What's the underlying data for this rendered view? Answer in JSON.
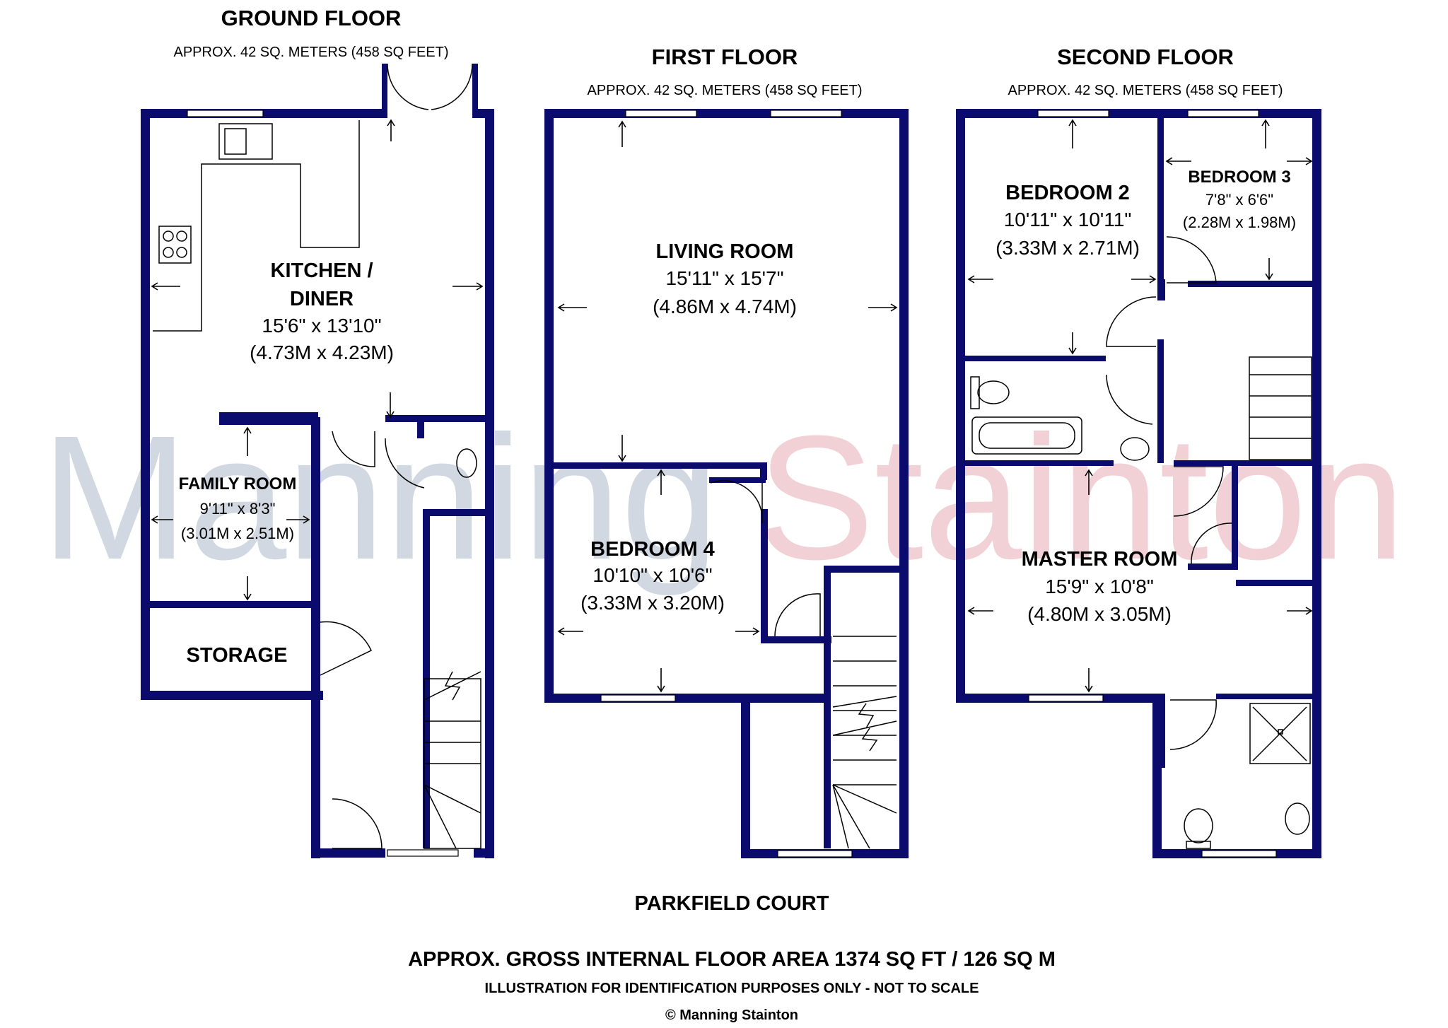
{
  "watermark": {
    "part1": "Manning",
    "part2": "Stainton"
  },
  "floors": {
    "ground": {
      "title": "GROUND FLOOR",
      "area": "APPROX. 42 SQ. METERS (458 SQ FEET)",
      "rooms": {
        "kitchen": {
          "name_line1": "KITCHEN /",
          "name_line2": "DINER",
          "imperial": "15'6\" x 13'10\"",
          "metric": "(4.73M x 4.23M)"
        },
        "family": {
          "name": "FAMILY ROOM",
          "imperial": "9'11\" x 8'3\"",
          "metric": "(3.01M x 2.51M)"
        },
        "storage": {
          "name": "STORAGE"
        }
      }
    },
    "first": {
      "title": "FIRST FLOOR",
      "area": "APPROX. 42 SQ. METERS (458 SQ FEET)",
      "rooms": {
        "living": {
          "name": "LIVING ROOM",
          "imperial": "15'11\" x 15'7\"",
          "metric": "(4.86M x 4.74M)"
        },
        "bedroom4": {
          "name": "BEDROOM 4",
          "imperial": "10'10\" x 10'6\"",
          "metric": "(3.33M x 3.20M)"
        }
      }
    },
    "second": {
      "title": "SECOND FLOOR",
      "area": "APPROX. 42 SQ. METERS (458 SQ FEET)",
      "rooms": {
        "bedroom2": {
          "name": "BEDROOM 2",
          "imperial": "10'11\" x 10'11\"",
          "metric": "(3.33M x 2.71M)"
        },
        "bedroom3": {
          "name": "BEDROOM 3",
          "imperial": "7'8\" x 6'6\"",
          "metric": "(2.28M x 1.98M)"
        },
        "master": {
          "name": "MASTER ROOM",
          "imperial": "15'9\" x 10'8\"",
          "metric": "(4.80M x 3.05M)"
        }
      }
    }
  },
  "footer": {
    "property": "PARKFIELD COURT",
    "gross_area": "APPROX. GROSS INTERNAL FLOOR AREA 1374 SQ FT / 126 SQ M",
    "disclaimer": "ILLUSTRATION FOR IDENTIFICATION PURPOSES ONLY - NOT TO SCALE",
    "copyright": "© Manning Stainton"
  }
}
